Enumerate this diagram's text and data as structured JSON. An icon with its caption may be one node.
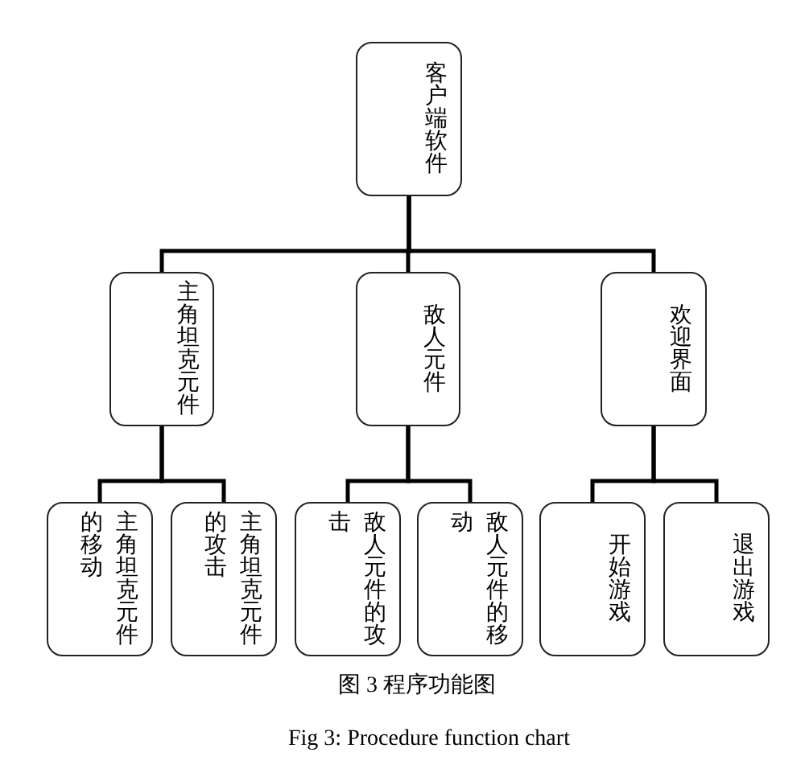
{
  "diagram": {
    "caption": "图 3 程序功能图",
    "nodes": [
      {
        "text": [
          "客户端软件"
        ]
      },
      {
        "text": [
          "主角坦克元件"
        ]
      },
      {
        "text": [
          "敌人元件"
        ]
      },
      {
        "text": [
          "欢迎界面"
        ]
      },
      {
        "text": [
          "主角坦克元件的移动"
        ]
      },
      {
        "text": [
          "主角坦克元件的攻击"
        ]
      },
      {
        "text": [
          "敌人元件的攻击"
        ]
      },
      {
        "text": [
          "敌人元件的移动"
        ]
      },
      {
        "text": [
          "开始游戏"
        ]
      },
      {
        "text": [
          "退出游戏"
        ]
      }
    ],
    "edges": [
      {
        "from": 0,
        "to": 1,
        "arrow": "none"
      },
      {
        "from": 0,
        "to": 2,
        "arrow": "none"
      },
      {
        "from": 0,
        "to": 3,
        "arrow": "none"
      },
      {
        "from": 1,
        "to": 4,
        "arrow": "none"
      },
      {
        "from": 1,
        "to": 5,
        "arrow": "none"
      },
      {
        "from": 2,
        "to": 6,
        "arrow": "none"
      },
      {
        "from": 2,
        "to": 7,
        "arrow": "none"
      },
      {
        "from": 3,
        "to": 8,
        "arrow": "none"
      },
      {
        "from": 3,
        "to": 9,
        "arrow": "none"
      }
    ],
    "labels": [
      "Fig 3: Procedure function chart"
    ]
  }
}
